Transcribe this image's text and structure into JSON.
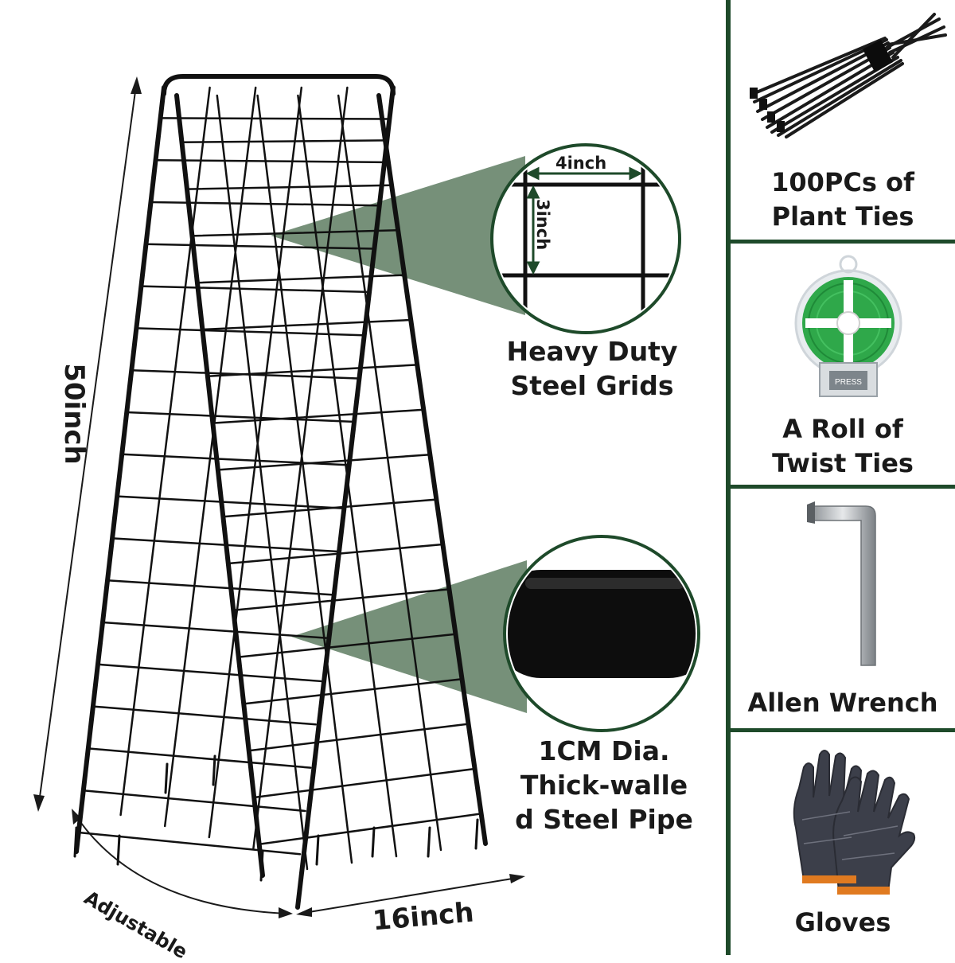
{
  "dimensions": {
    "height": "50inch",
    "width": "16inch",
    "adjustable": "Adjustable"
  },
  "grid_detail": {
    "width": "4inch",
    "height": "3inch",
    "label_line1": "Heavy Duty",
    "label_line2": "Steel Grids"
  },
  "pipe_detail": {
    "label_line1": "1CM Dia.",
    "label_line2": "Thick-walle",
    "label_line3": "d Steel Pipe"
  },
  "accessories": [
    {
      "label_line1": "100PCs of",
      "label_line2": "Plant Ties",
      "icon": "cable-ties-icon"
    },
    {
      "label_line1": "A Roll of",
      "label_line2": "Twist Ties",
      "icon": "twist-tie-roll-icon",
      "reel_text": "PRESS"
    },
    {
      "label_line1": "Allen Wrench",
      "label_line2": "",
      "icon": "allen-wrench-icon"
    },
    {
      "label_line1": "Gloves",
      "label_line2": "",
      "icon": "gloves-icon"
    }
  ],
  "colors": {
    "frame": "#111111",
    "accent_green": "#1e4a2a",
    "callout_green": "#5e7d62",
    "tie_green": "#2fa84a"
  }
}
